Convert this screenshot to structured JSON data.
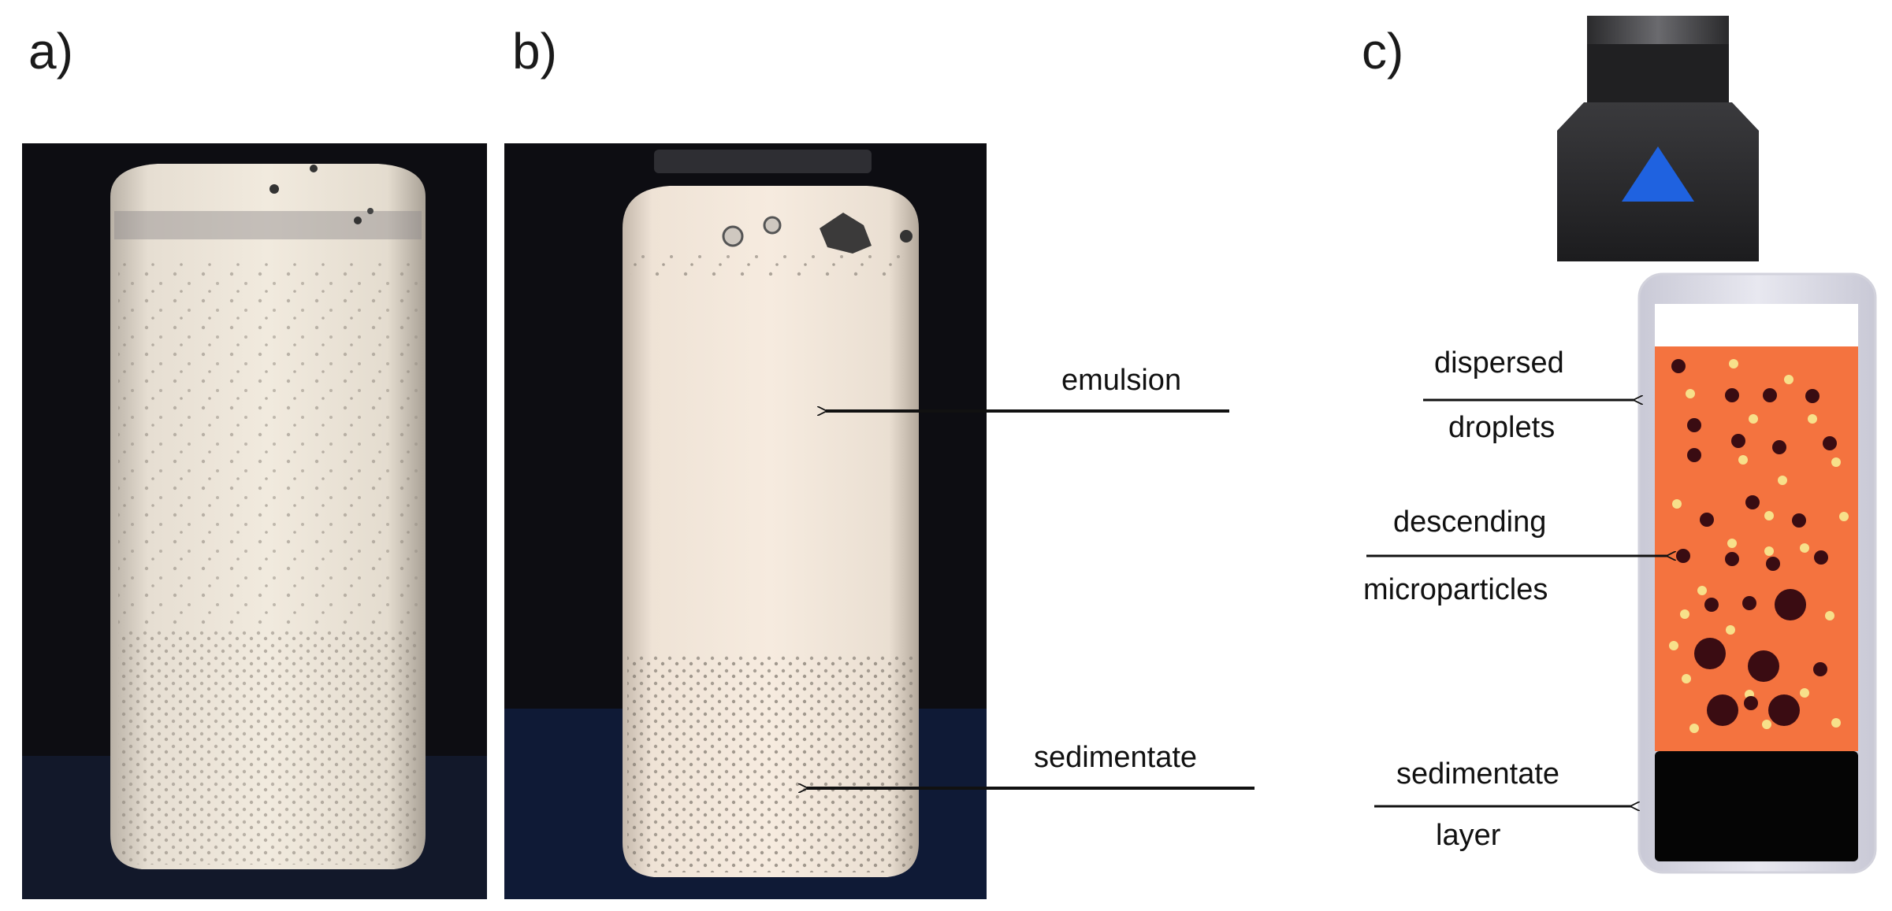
{
  "panels": {
    "a": {
      "label": "a)"
    },
    "b": {
      "label": "b)"
    },
    "c": {
      "label": "c)"
    }
  },
  "photo_b": {
    "emulsion_label": "emulsion",
    "sediment_label": "sedimentate"
  },
  "schematic_c": {
    "dispersed_line1": "dispersed",
    "dispersed_line2": "droplets",
    "descending_line1": "descending",
    "descending_line2": "microparticles",
    "sediment_line1": "sedimentate",
    "sediment_line2": "layer"
  },
  "colors": {
    "dark_background": "#0d0d12",
    "bottle_fluid": "#ece4d8",
    "emulsion_orange": "#f4733f",
    "cap_dark": "#2b2b2e",
    "cap_triangle": "#1f62e0",
    "particle_dark": "#3a0c12",
    "droplet_light": "#f7e08a",
    "sediment_black": "#050505"
  }
}
